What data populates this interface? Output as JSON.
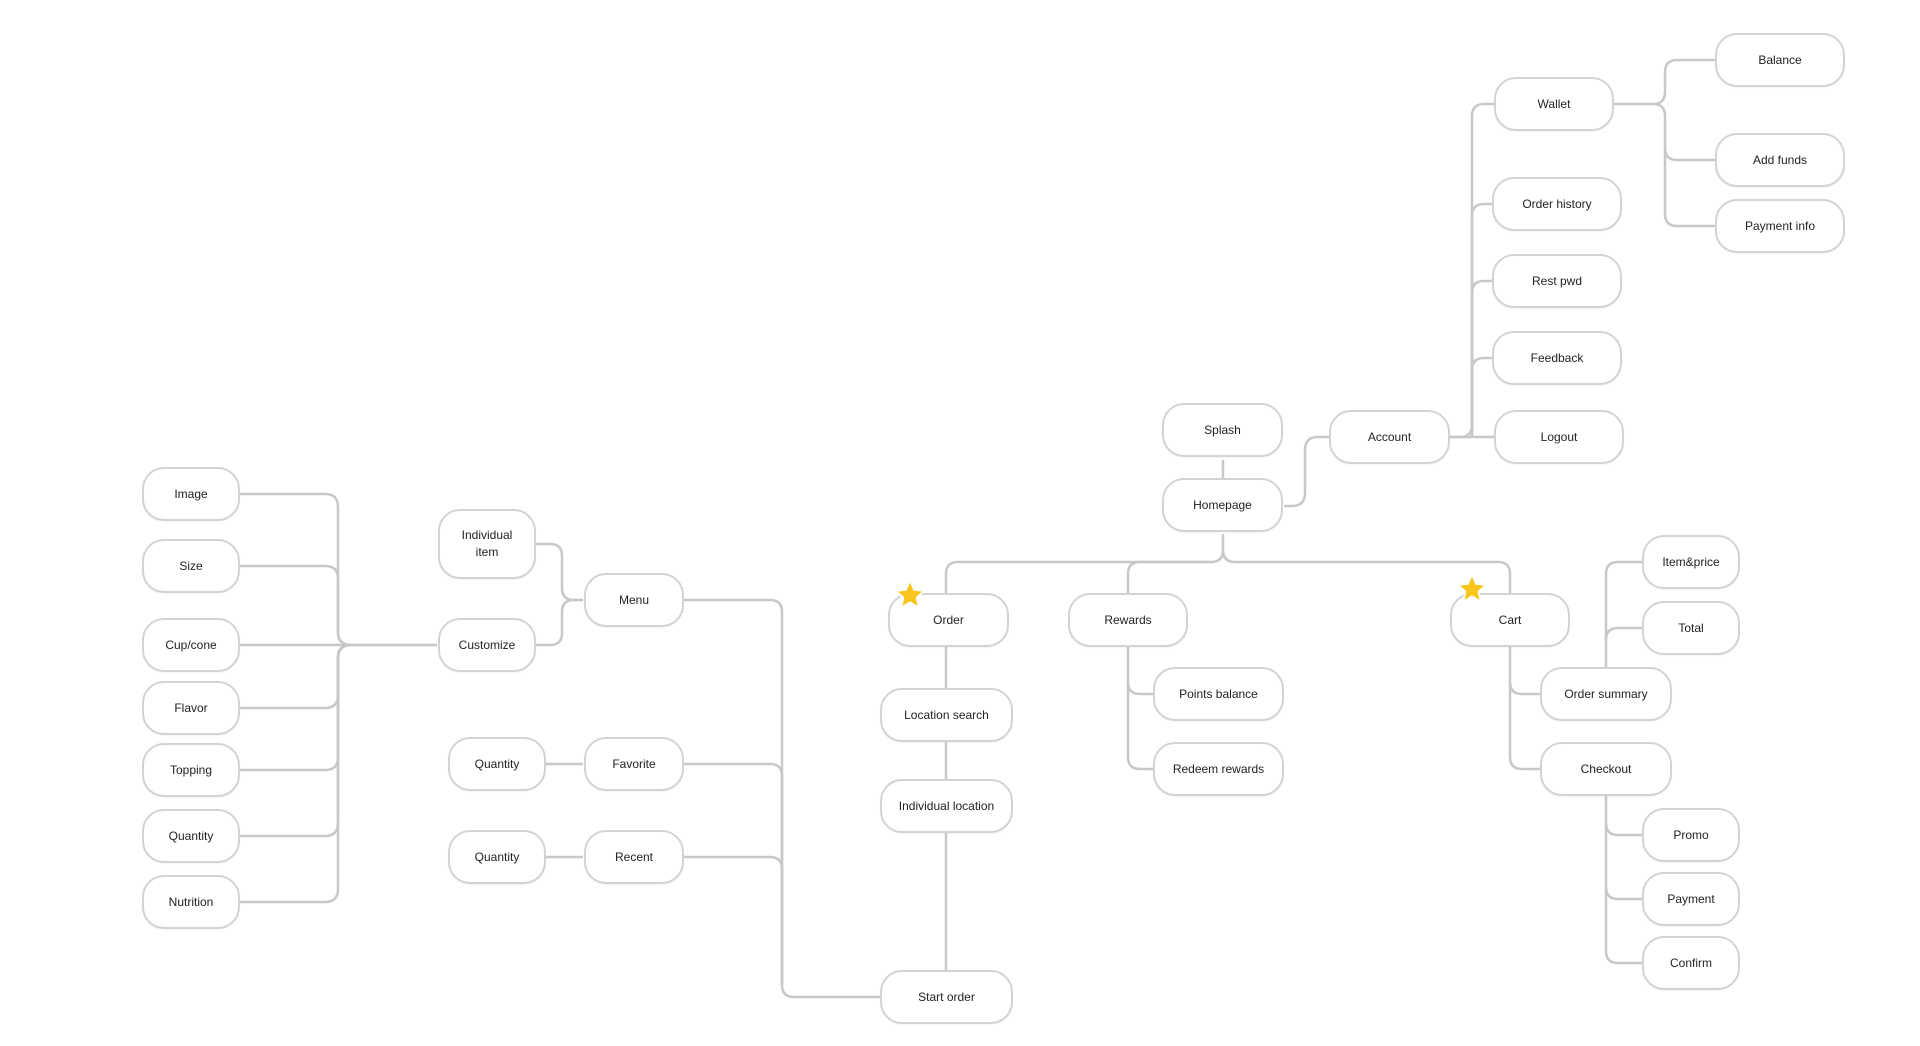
{
  "colors": {
    "border": "#d3d3d3",
    "edge": "#c8c8c8",
    "star": "#f9c41b",
    "text": "#222222"
  },
  "nodes": {
    "image": "Image",
    "size": "Size",
    "cup_cone": "Cup/cone",
    "flavor": "Flavor",
    "topping": "Topping",
    "quantity_custom": "Quantity",
    "nutrition": "Nutrition",
    "individual_item": "Individual item",
    "customize": "Customize",
    "menu": "Menu",
    "quantity_favorite": "Quantity",
    "favorite": "Favorite",
    "quantity_recent": "Quantity",
    "recent": "Recent",
    "start_order": "Start order",
    "order": "Order",
    "location_search": "Location search",
    "individual_location": "Individual location",
    "rewards": "Rewards",
    "points_balance": "Points balance",
    "redeem_rewards": "Redeem rewards",
    "splash": "Splash",
    "homepage": "Homepage",
    "account": "Account",
    "wallet": "Wallet",
    "balance": "Balance",
    "add_funds": "Add funds",
    "payment_info": "Payment info",
    "order_history": "Order history",
    "rest_pwd": "Rest pwd",
    "feedback": "Feedback",
    "logout": "Logout",
    "cart": "Cart",
    "item_price": "Item&price",
    "total": "Total",
    "order_summary": "Order summary",
    "checkout": "Checkout",
    "promo": "Promo",
    "payment": "Payment",
    "confirm": "Confirm"
  },
  "starred": [
    "order",
    "cart"
  ],
  "icons": {
    "star": "star-icon"
  }
}
